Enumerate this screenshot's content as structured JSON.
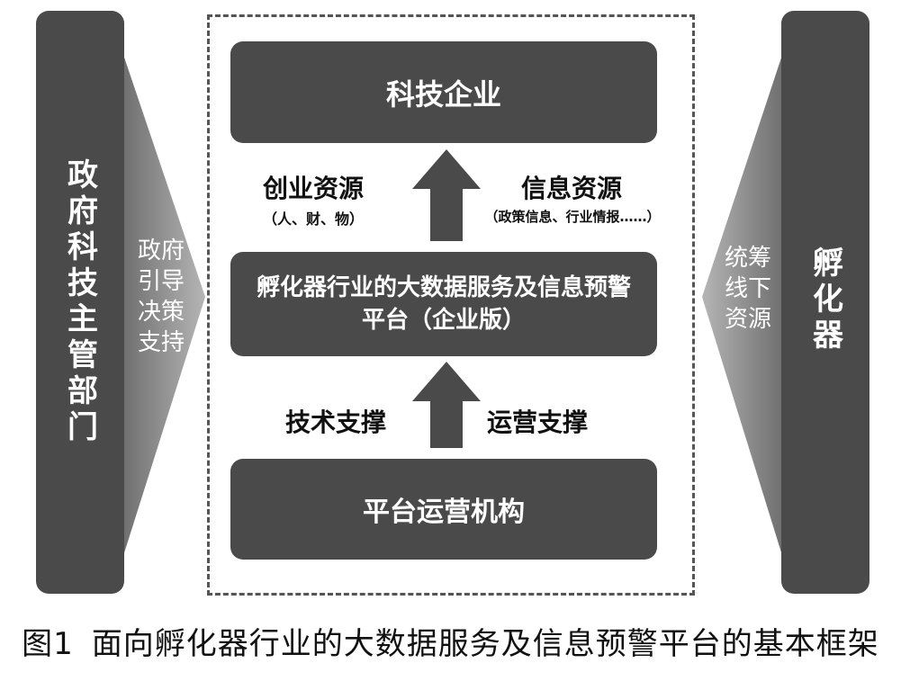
{
  "left_pillar": {
    "title": "政府科技主管部门",
    "side_text": "政府\n引导\n决策\n支持"
  },
  "right_pillar": {
    "title": "孵化器",
    "side_text": "统筹\n线下\n资源"
  },
  "boxes": {
    "top": "科技企业",
    "middle": "孵化器行业的大数据服务及信息预警平台（企业版）",
    "bottom": "平台运营机构"
  },
  "labels": {
    "startup_resources": "创业资源",
    "startup_resources_detail": "（人、财、物）",
    "info_resources": "信息资源",
    "info_resources_detail": "（政策信息、行业情报……）",
    "tech_support": "技术支撑",
    "ops_support": "运营支撑"
  },
  "caption": {
    "number": "图1",
    "text": "面向孵化器行业的大数据服务及信息预警平台的基本框架"
  },
  "colors": {
    "box": "#4a4a4a",
    "wedge": "#9a9a9a",
    "text": "#111111"
  }
}
